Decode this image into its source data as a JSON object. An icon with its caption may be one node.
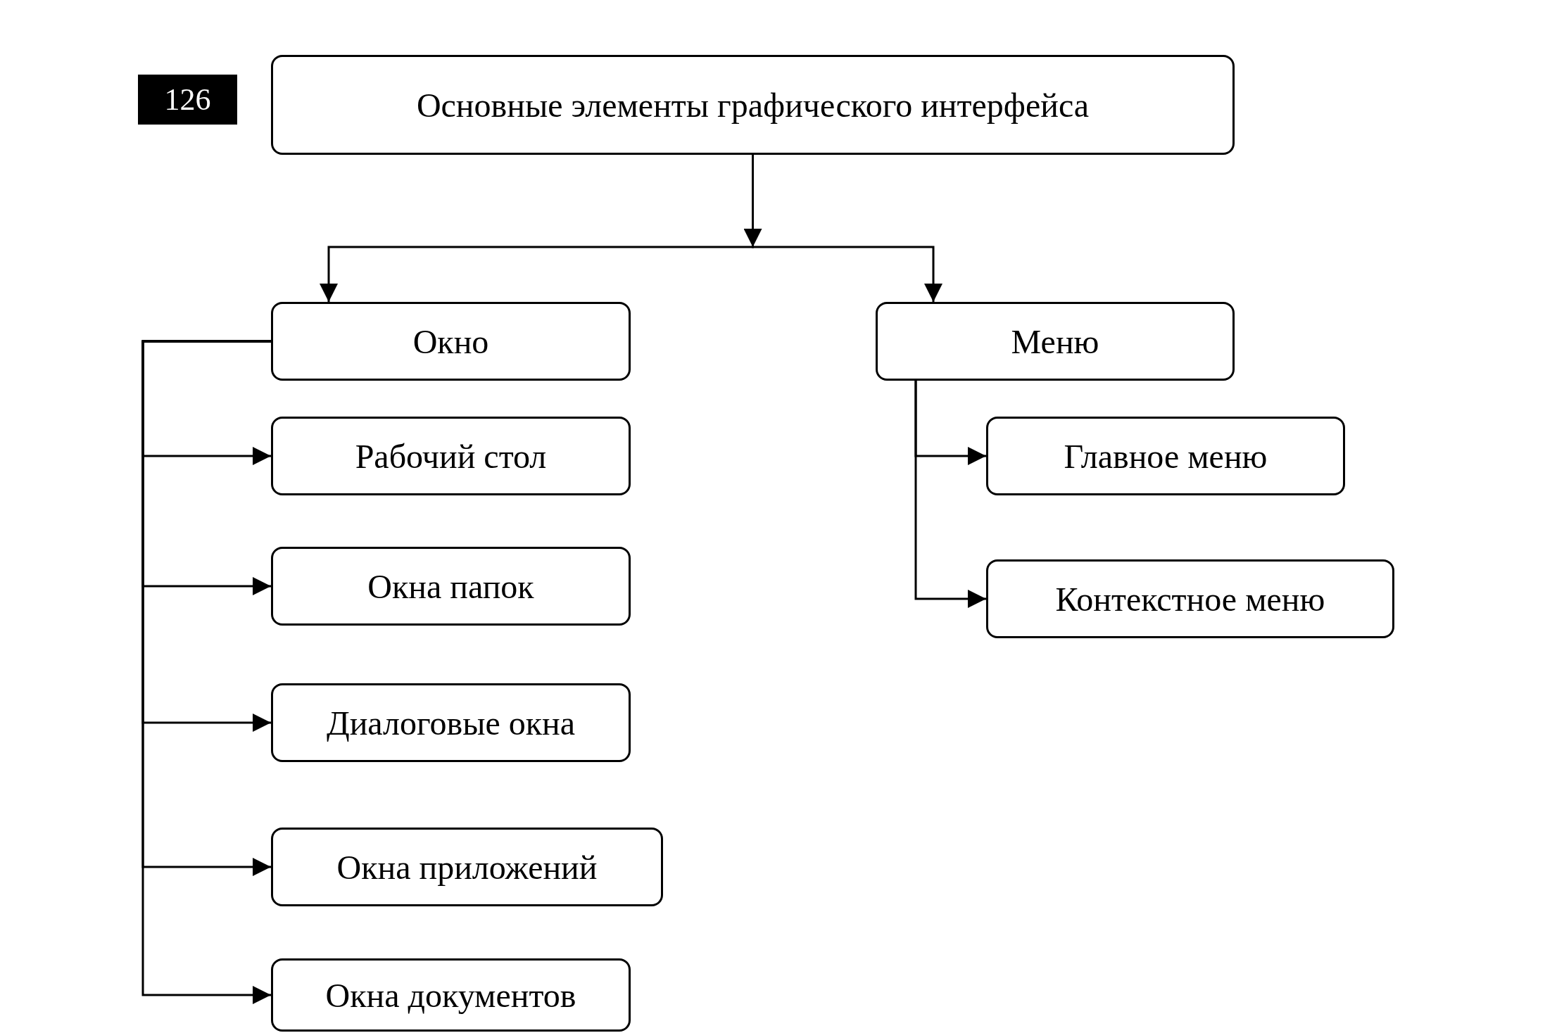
{
  "diagram": {
    "nodes": [
      {
        "text": [
          "Основные элементы графического интерфейса"
        ]
      },
      {
        "text": [
          "Окно"
        ]
      },
      {
        "text": [
          "Меню"
        ]
      },
      {
        "text": [
          "Рабочий стол"
        ]
      },
      {
        "text": [
          "Окна папок"
        ]
      },
      {
        "text": [
          "Диалоговые окна"
        ]
      },
      {
        "text": [
          "Окна приложений"
        ]
      },
      {
        "text": [
          "Окна документов"
        ]
      },
      {
        "text": [
          "Главное меню"
        ]
      },
      {
        "text": [
          "Контекстное меню"
        ]
      }
    ],
    "edges": [
      {
        "from": 0,
        "to": 1,
        "arrow": "to"
      },
      {
        "from": 0,
        "to": 2,
        "arrow": "to"
      },
      {
        "from": 1,
        "to": 3,
        "arrow": "to"
      },
      {
        "from": 1,
        "to": 4,
        "arrow": "to"
      },
      {
        "from": 1,
        "to": 5,
        "arrow": "to"
      },
      {
        "from": 1,
        "to": 6,
        "arrow": "to"
      },
      {
        "from": 1,
        "to": 7,
        "arrow": "to"
      },
      {
        "from": 2,
        "to": 8,
        "arrow": "to"
      },
      {
        "from": 2,
        "to": 9,
        "arrow": "to"
      }
    ],
    "labels": [
      "126"
    ]
  }
}
